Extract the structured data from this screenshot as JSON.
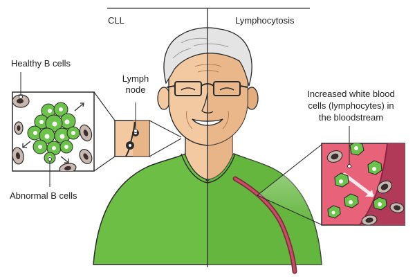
{
  "header": {
    "left_title": "CLL",
    "right_title": "Lymphocytosis"
  },
  "labels": {
    "healthy_b_cells": "Healthy B cells",
    "abnormal_b_cells": "Abnormal B cells",
    "lymph_node_line1": "Lymph",
    "lymph_node_line2": "node",
    "wbc_line1": "Increased white blood",
    "wbc_line2": "cells (lymphocytes) in",
    "wbc_line3": "the bloodstream"
  },
  "icons": [
    "healthy-b-cell-icon",
    "abnormal-b-cell-icon",
    "lymph-node-icon",
    "blood-vessel-icon",
    "lymphocyte-icon",
    "man-illustration"
  ],
  "colors": {
    "shirt": "#6cbe45",
    "shirt_dark": "#4f9a2f",
    "skin": "#f2c9a0",
    "skin_shade": "#e3ad7e",
    "hair": "#e4e4e4",
    "abnormal_cell": "#6cc24a",
    "abnormal_cell_dark": "#3e8f2a",
    "healthy_cell": "#c9b8b0",
    "healthy_nucleus": "#3a2e2e",
    "blood_bg": "#e8637a",
    "vessel": "#b03a58",
    "line": "#2a2a2a"
  }
}
